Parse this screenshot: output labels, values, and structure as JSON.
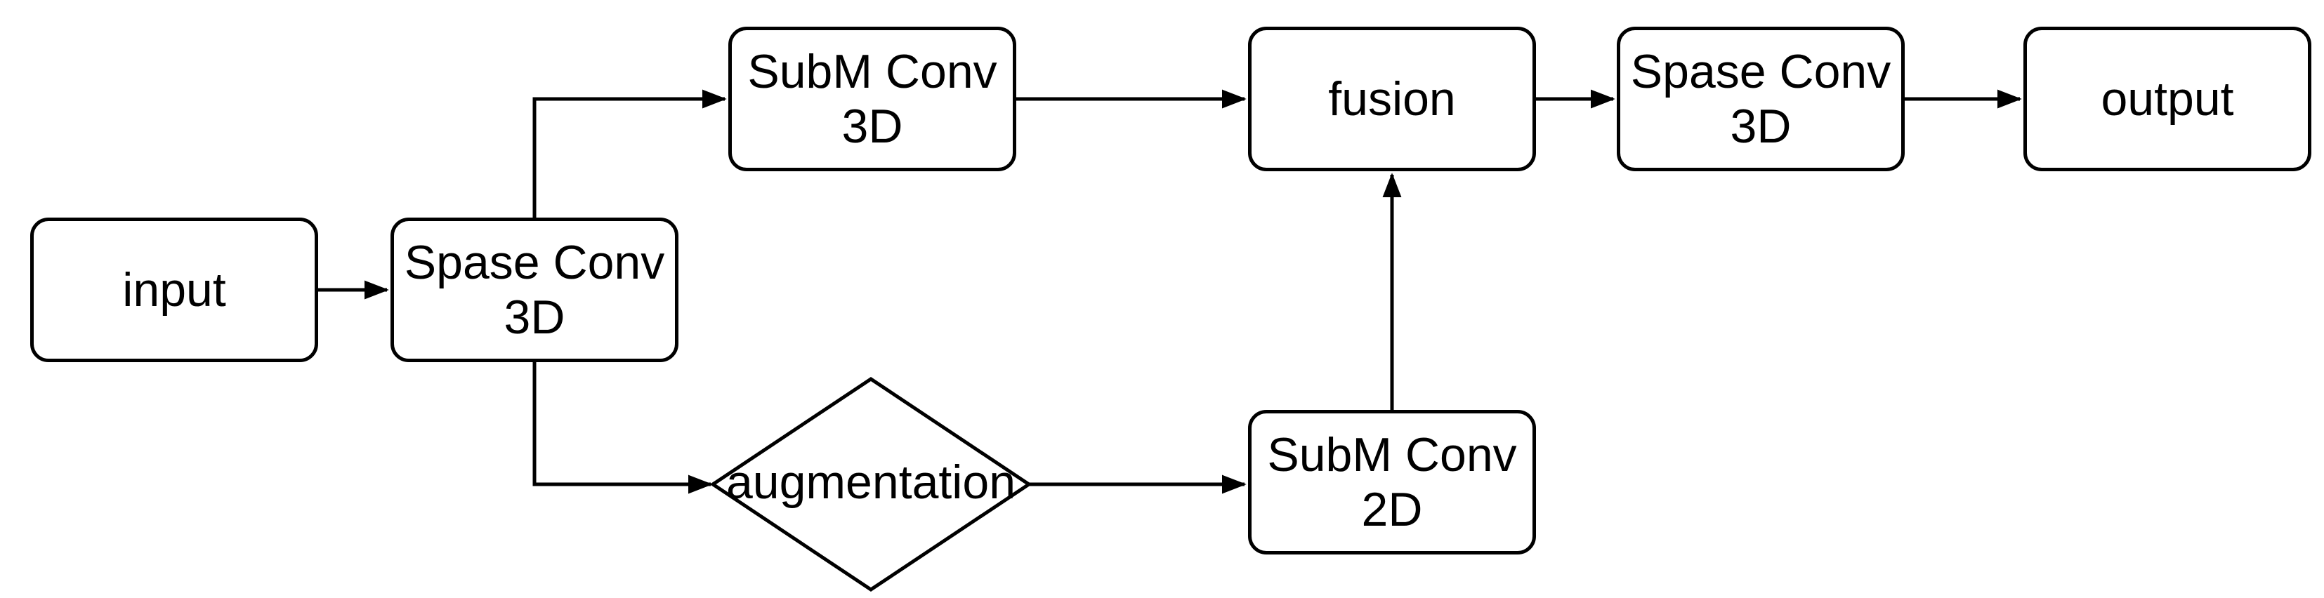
{
  "canvas": {
    "background_color": "#ffffff",
    "stroke_color": "#000000",
    "text_color": "#000000"
  },
  "nodes": {
    "input": {
      "label": "input",
      "shape": "rounded-rectangle"
    },
    "spase_conv_3d_1": {
      "label": "Spase Conv\n3D",
      "shape": "rounded-rectangle"
    },
    "subm_conv_3d": {
      "label": "SubM Conv\n3D",
      "shape": "rounded-rectangle"
    },
    "fusion": {
      "label": "fusion",
      "shape": "rounded-rectangle"
    },
    "spase_conv_3d_2": {
      "label": "Spase Conv\n3D",
      "shape": "rounded-rectangle"
    },
    "output": {
      "label": "output",
      "shape": "rounded-rectangle"
    },
    "augmentation": {
      "label": "augmentation",
      "shape": "diamond"
    },
    "subm_conv_2d": {
      "label": "SubM Conv\n2D",
      "shape": "rounded-rectangle"
    }
  },
  "edges": [
    {
      "from": "input",
      "to": "spase_conv_3d_1",
      "arrow": true
    },
    {
      "from": "spase_conv_3d_1",
      "to": "subm_conv_3d",
      "arrow": true
    },
    {
      "from": "spase_conv_3d_1",
      "to": "augmentation",
      "arrow": true
    },
    {
      "from": "augmentation",
      "to": "subm_conv_2d",
      "arrow": true
    },
    {
      "from": "subm_conv_2d",
      "to": "fusion",
      "arrow": true
    },
    {
      "from": "subm_conv_3d",
      "to": "fusion",
      "arrow": true
    },
    {
      "from": "fusion",
      "to": "spase_conv_3d_2",
      "arrow": true
    },
    {
      "from": "spase_conv_3d_2",
      "to": "output",
      "arrow": true
    }
  ]
}
